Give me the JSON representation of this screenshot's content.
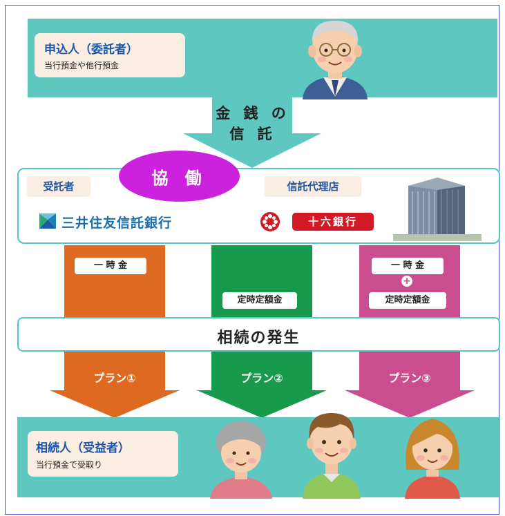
{
  "settlor": {
    "title": "申込人（委託者）",
    "subtitle": "当行預金や他行預金"
  },
  "flow_label": {
    "line1": "金 銭 の",
    "line2": "信 託"
  },
  "collaboration": "協 働",
  "trustee": {
    "tag": "受託者",
    "bank_name": "三井住友信託銀行"
  },
  "agent": {
    "tag": "信託代理店",
    "bank_name": "十六銀行"
  },
  "payout_methods": {
    "plan1": "一 時 金",
    "plan2": "定時定額金",
    "plan3_line1": "一 時 金",
    "plan3_plus": "+",
    "plan3_line2": "定時定額金"
  },
  "event": "相続の発生",
  "plans": {
    "plan1": "プラン①",
    "plan2": "プラン②",
    "plan3": "プラン③"
  },
  "beneficiary": {
    "title": "相続人（受益者）",
    "subtitle": "当行預金で受取り"
  },
  "colors": {
    "teal": "#5ec7c0",
    "orange": "#de6a22",
    "green": "#179a4b",
    "magenta": "#c94d8f",
    "purple": "#cc22dd",
    "label_blue": "#1d56a8",
    "juroku_red": "#d11a25"
  }
}
